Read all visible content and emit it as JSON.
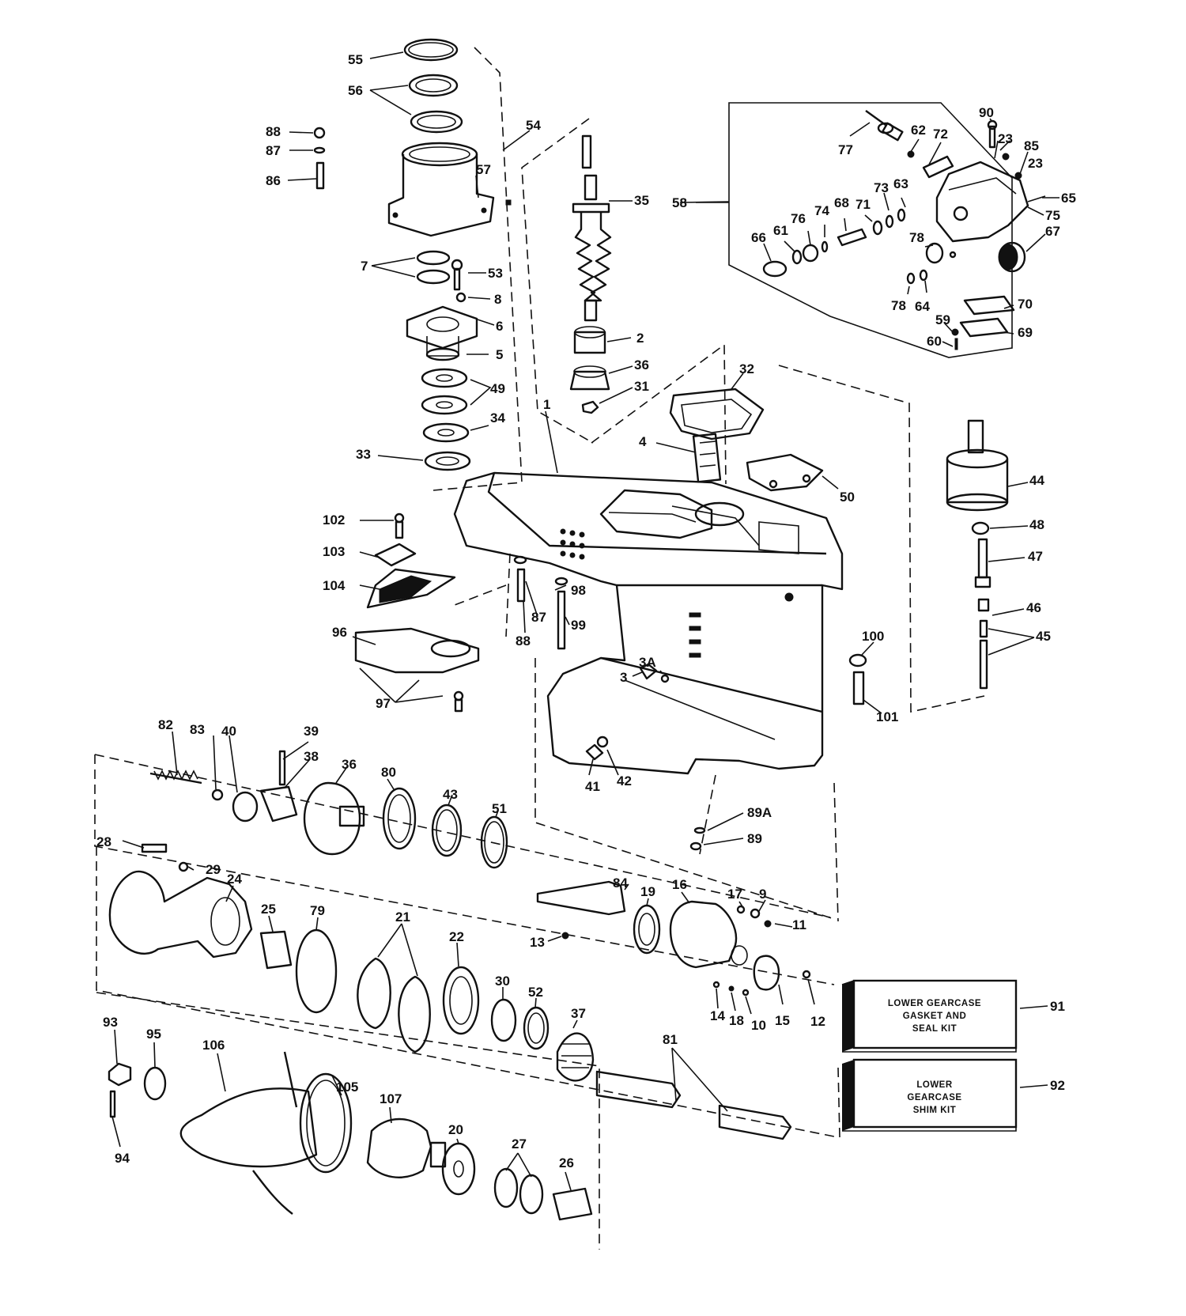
{
  "diagram": {
    "callouts": {
      "c55": "55",
      "c56": "56",
      "c54": "54",
      "c57": "57",
      "c88a": "88",
      "c87a": "87",
      "c86": "86",
      "c7": "7",
      "c53": "53",
      "c8": "8",
      "c6": "6",
      "c5": "5",
      "c49": "49",
      "c34": "34",
      "c33": "33",
      "c35": "35",
      "c2": "2",
      "c36a": "36",
      "c31": "31",
      "c32": "32",
      "c4": "4",
      "c1": "1",
      "c50": "50",
      "c58": "58",
      "c77": "77",
      "c62": "62",
      "c72": "72",
      "c90": "90",
      "c23a": "23",
      "c85": "85",
      "c23b": "23",
      "c73": "73",
      "c63": "63",
      "c65": "65",
      "c75": "75",
      "c66": "66",
      "c61": "61",
      "c76": "76",
      "c74": "74",
      "c68": "68",
      "c71": "71",
      "c67": "67",
      "c78a": "78",
      "c78b": "78",
      "c64": "64",
      "c70": "70",
      "c59": "59",
      "c69": "69",
      "c60": "60",
      "c44": "44",
      "c48": "48",
      "c47": "47",
      "c46": "46",
      "c45": "45",
      "c100": "100",
      "c101": "101",
      "c102": "102",
      "c103": "103",
      "c104": "104",
      "c96": "96",
      "c97": "97",
      "c87b": "87",
      "c88b": "88",
      "c98": "98",
      "c99": "99",
      "c3": "3",
      "c3a": "3A",
      "c41": "41",
      "c42": "42",
      "c89a": "89A",
      "c89": "89",
      "c82": "82",
      "c83": "83",
      "c40": "40",
      "c39": "39",
      "c38": "38",
      "c36b": "36",
      "c80": "80",
      "c43": "43",
      "c51": "51",
      "c28": "28",
      "c29": "29",
      "c24": "24",
      "c25": "25",
      "c79": "79",
      "c21": "21",
      "c22": "22",
      "c30": "30",
      "c52": "52",
      "c37": "37",
      "c84": "84",
      "c19": "19",
      "c16": "16",
      "c17": "17",
      "c9": "9",
      "c11": "11",
      "c13": "13",
      "c14": "14",
      "c18": "18",
      "c10": "10",
      "c15": "15",
      "c12": "12",
      "c81": "81",
      "c93": "93",
      "c95": "95",
      "c106": "106",
      "c105": "105",
      "c107": "107",
      "c20": "20",
      "c27": "27",
      "c26": "26",
      "c94": "94",
      "c91": "91",
      "c92": "92"
    },
    "kits": {
      "gasket_line1": "LOWER GEARCASE",
      "gasket_line2": "GASKET AND",
      "gasket_line3": "SEAL KIT",
      "shim_line1": "LOWER",
      "shim_line2": "GEARCASE",
      "shim_line3": "SHIM KIT"
    }
  }
}
